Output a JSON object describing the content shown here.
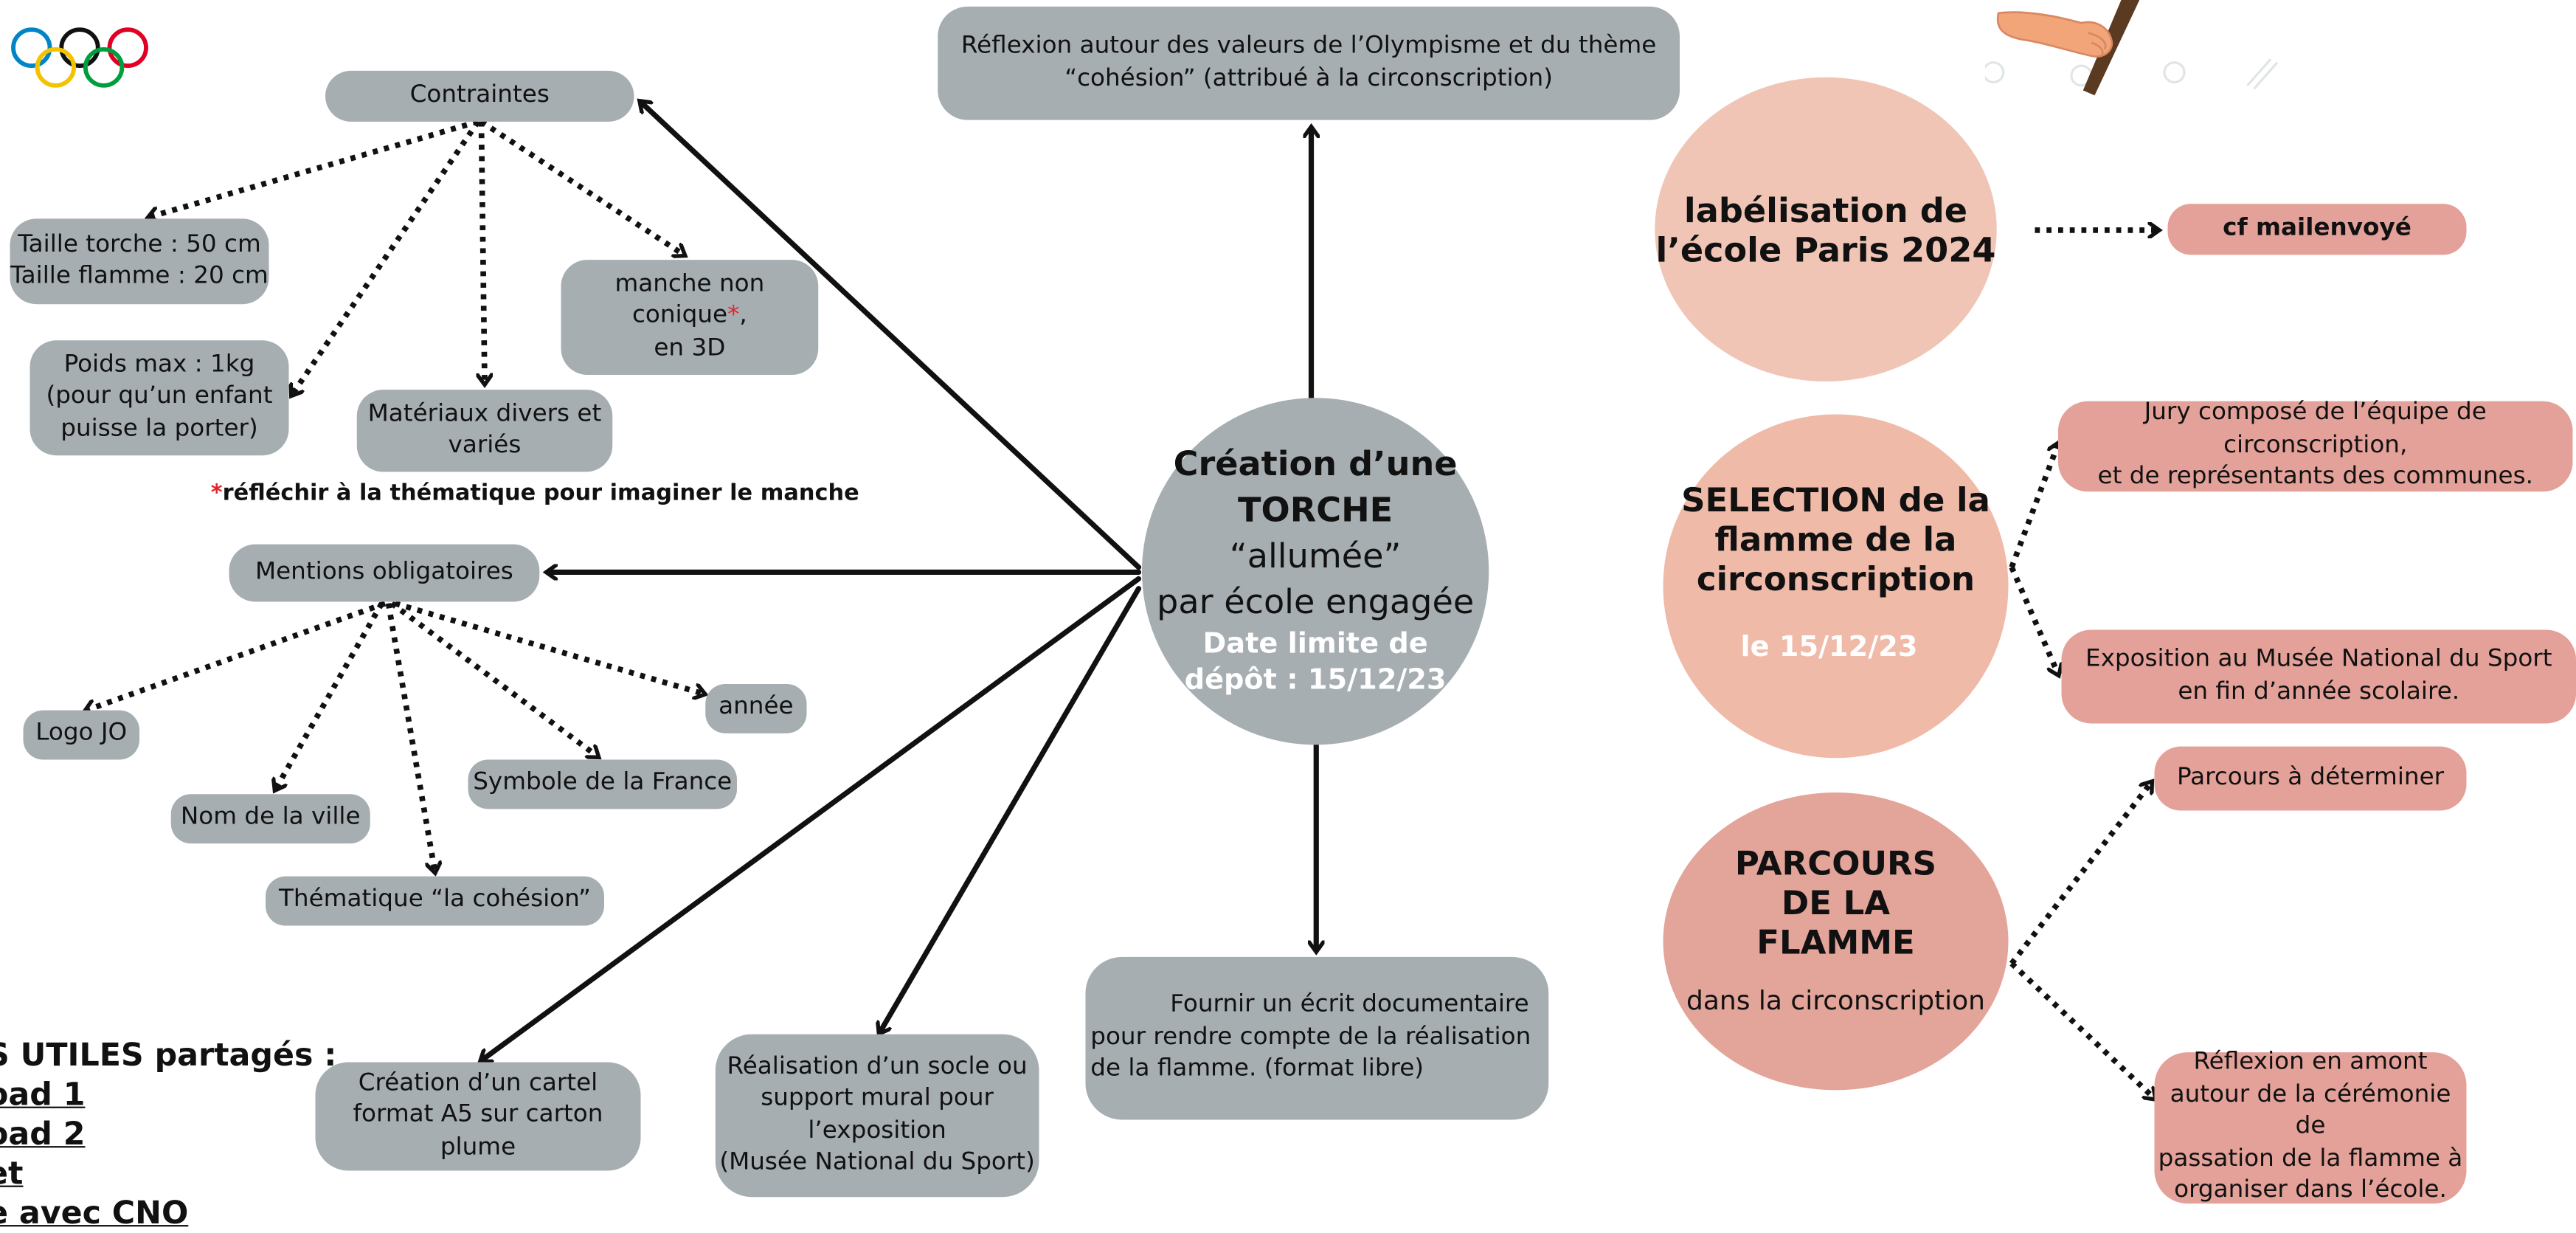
{
  "header": {
    "partial_title": "ARIS 2024"
  },
  "hub": {
    "title_line1": "Création d’une",
    "title_line2": "TORCHE",
    "line3": "“allumée”",
    "line4": "par école engagée",
    "deadline_line1": "Date limite de",
    "deadline_line2": "dépôt : 15/12/23"
  },
  "top_box": {
    "line1": "Réflexion autour des valeurs de l’Olympisme et du thème",
    "line2": "“cohésion” (attribué à la circonscription)"
  },
  "contraintes": {
    "label": "Contraintes",
    "taille": [
      "Taille torche : 50 cm",
      "Taille flamme : 20 cm"
    ],
    "poids": [
      "Poids max : 1kg",
      "(pour qu’un enfant",
      "puisse la porter)"
    ],
    "materiaux": [
      "Matériaux divers et",
      "variés"
    ],
    "manche": [
      "manche non",
      "conique",
      "*",
      ",",
      "en 3D"
    ]
  },
  "note": {
    "star": "*",
    "text": "réfléchir à la thématique pour imaginer le manche"
  },
  "mentions": {
    "label": "Mentions obligatoires",
    "logo": "Logo JO",
    "annee": "année",
    "symbole": "Symbole de la France",
    "ville": "Nom de la ville",
    "thematique": "Thématique “la cohésion”"
  },
  "bottom": {
    "cartel": [
      "Création d’un cartel",
      "format A5 sur carton plume"
    ],
    "socle": [
      "Réalisation d’un socle ou",
      "support mural pour",
      "l’exposition",
      "(Musée National du Sport)"
    ],
    "ecrit": [
      "Fournir un écrit documentaire",
      "pour rendre compte de la réalisation",
      "de la flamme. (format libre)"
    ]
  },
  "resources": {
    "line1": "S UTILES partagés :",
    "pad1": "oad 1",
    "pad2": "oad 2",
    "et": "et",
    "cno": "e avec CNO"
  },
  "right": {
    "label_circle": [
      "labélisation de",
      "l’école Paris 2024"
    ],
    "label_pill": "cf mailenvoyé",
    "selection_circle": [
      "SELECTION de la",
      "flamme de la",
      "circonscription"
    ],
    "selection_date": "le 15/12/23",
    "jury": [
      "Jury composé de l’équipe de circonscription,",
      "et de représentants des communes."
    ],
    "expo": [
      "Exposition au Musée National du Sport",
      "en fin d’année scolaire."
    ],
    "parcours_circle": [
      "PARCOURS",
      "DE LA",
      "FLAMME"
    ],
    "parcours_sub": "dans la circonscription",
    "parcours_pill": "Parcours à déterminer",
    "reflexion": [
      "Réflexion en amont",
      "autour de la cérémonie de",
      "passation de la flamme à",
      "organiser dans l’école."
    ]
  },
  "colors": {
    "grey": "#a6aeb2",
    "peach_light": "#f0c5b5",
    "peach": "#efbaa8",
    "rose": "#e3a49a",
    "pill": "#e3a199",
    "accent_red": "#e0262b"
  }
}
